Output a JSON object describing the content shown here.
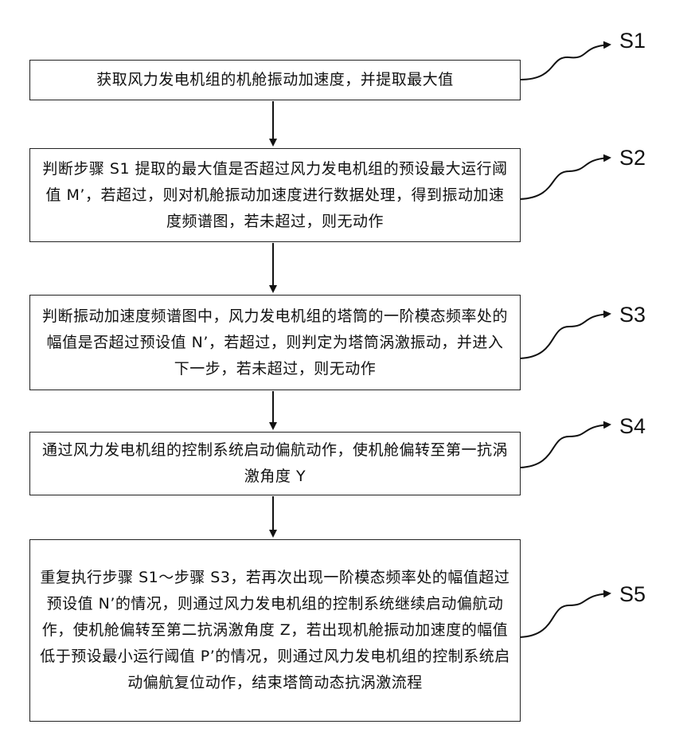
{
  "steps": [
    {
      "id": "S1",
      "text": "获取风力发电机组的机舱振动加速度，并提取最大值"
    },
    {
      "id": "S2",
      "text": "判断步骤 S1 提取的最大值是否超过风力发电机组的预设最大运行阈值 M’，若超过，则对机舱振动加速度进行数据处理，得到振动加速度频谱图，若未超过，则无动作"
    },
    {
      "id": "S3",
      "text": "判断振动加速度频谱图中，风力发电机组的塔筒的一阶模态频率处的幅值是否超过预设值 N’，若超过，则判定为塔筒涡激振动，并进入下一步，若未超过，则无动作"
    },
    {
      "id": "S4",
      "text": "通过风力发电机组的控制系统启动偏航动作，使机舱偏转至第一抗涡激角度 Y"
    },
    {
      "id": "S5",
      "text": "重复执行步骤 S1～步骤 S3，若再次出现一阶模态频率处的幅值超过预设值 N’的情况，则通过风力发电机组的控制系统继续启动偏航动作，使机舱偏转至第二抗涡激角度 Z，若出现机舱振动加速度的幅值低于预设最小运行阈值 P’的情况，则通过风力发电机组的控制系统启动偏航复位动作，结束塔筒动态抗涡激流程"
    }
  ]
}
